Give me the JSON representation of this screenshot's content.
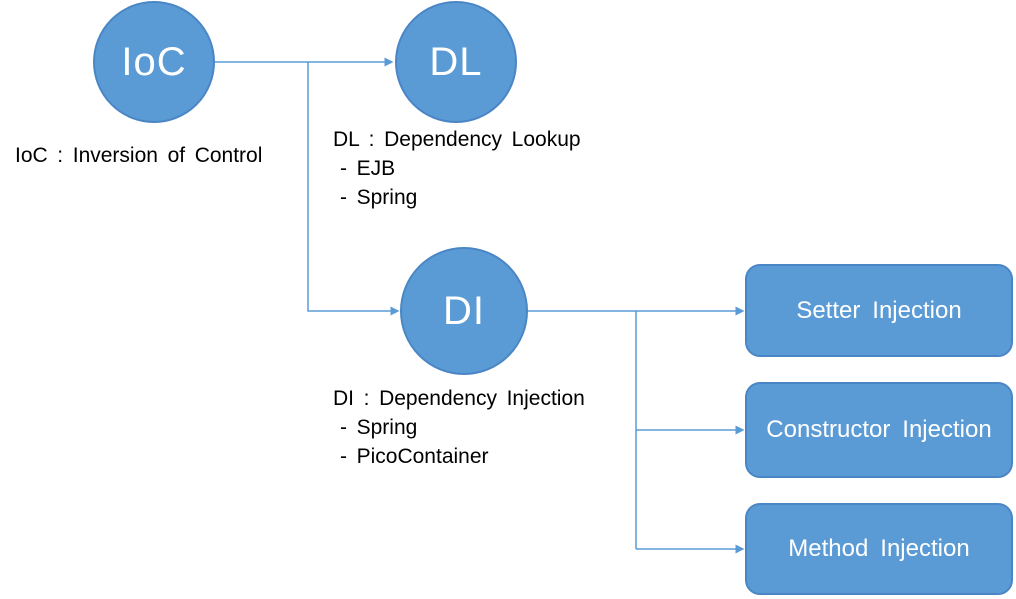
{
  "diagram": {
    "nodes": {
      "ioc": {
        "label": "IoC",
        "caption": "IoC : Inversion of Control"
      },
      "dl": {
        "label": "DL",
        "heading": "DL : Dependency Lookup",
        "items": [
          "- EJB",
          "- Spring"
        ]
      },
      "di": {
        "label": "DI",
        "heading": "DI : Dependency Injection",
        "items": [
          "- Spring",
          "- PicoContainer"
        ]
      }
    },
    "boxes": [
      {
        "label": "Setter Injection"
      },
      {
        "label": "Constructor Injection"
      },
      {
        "label": "Method Injection"
      }
    ],
    "colors": {
      "shape_fill": "#5B9BD5",
      "shape_border": "#4A86C5",
      "connector": "#5B9BD5",
      "label_text": "#FFFFFF",
      "caption_text": "#000000",
      "background": "#FFFFFF"
    }
  }
}
